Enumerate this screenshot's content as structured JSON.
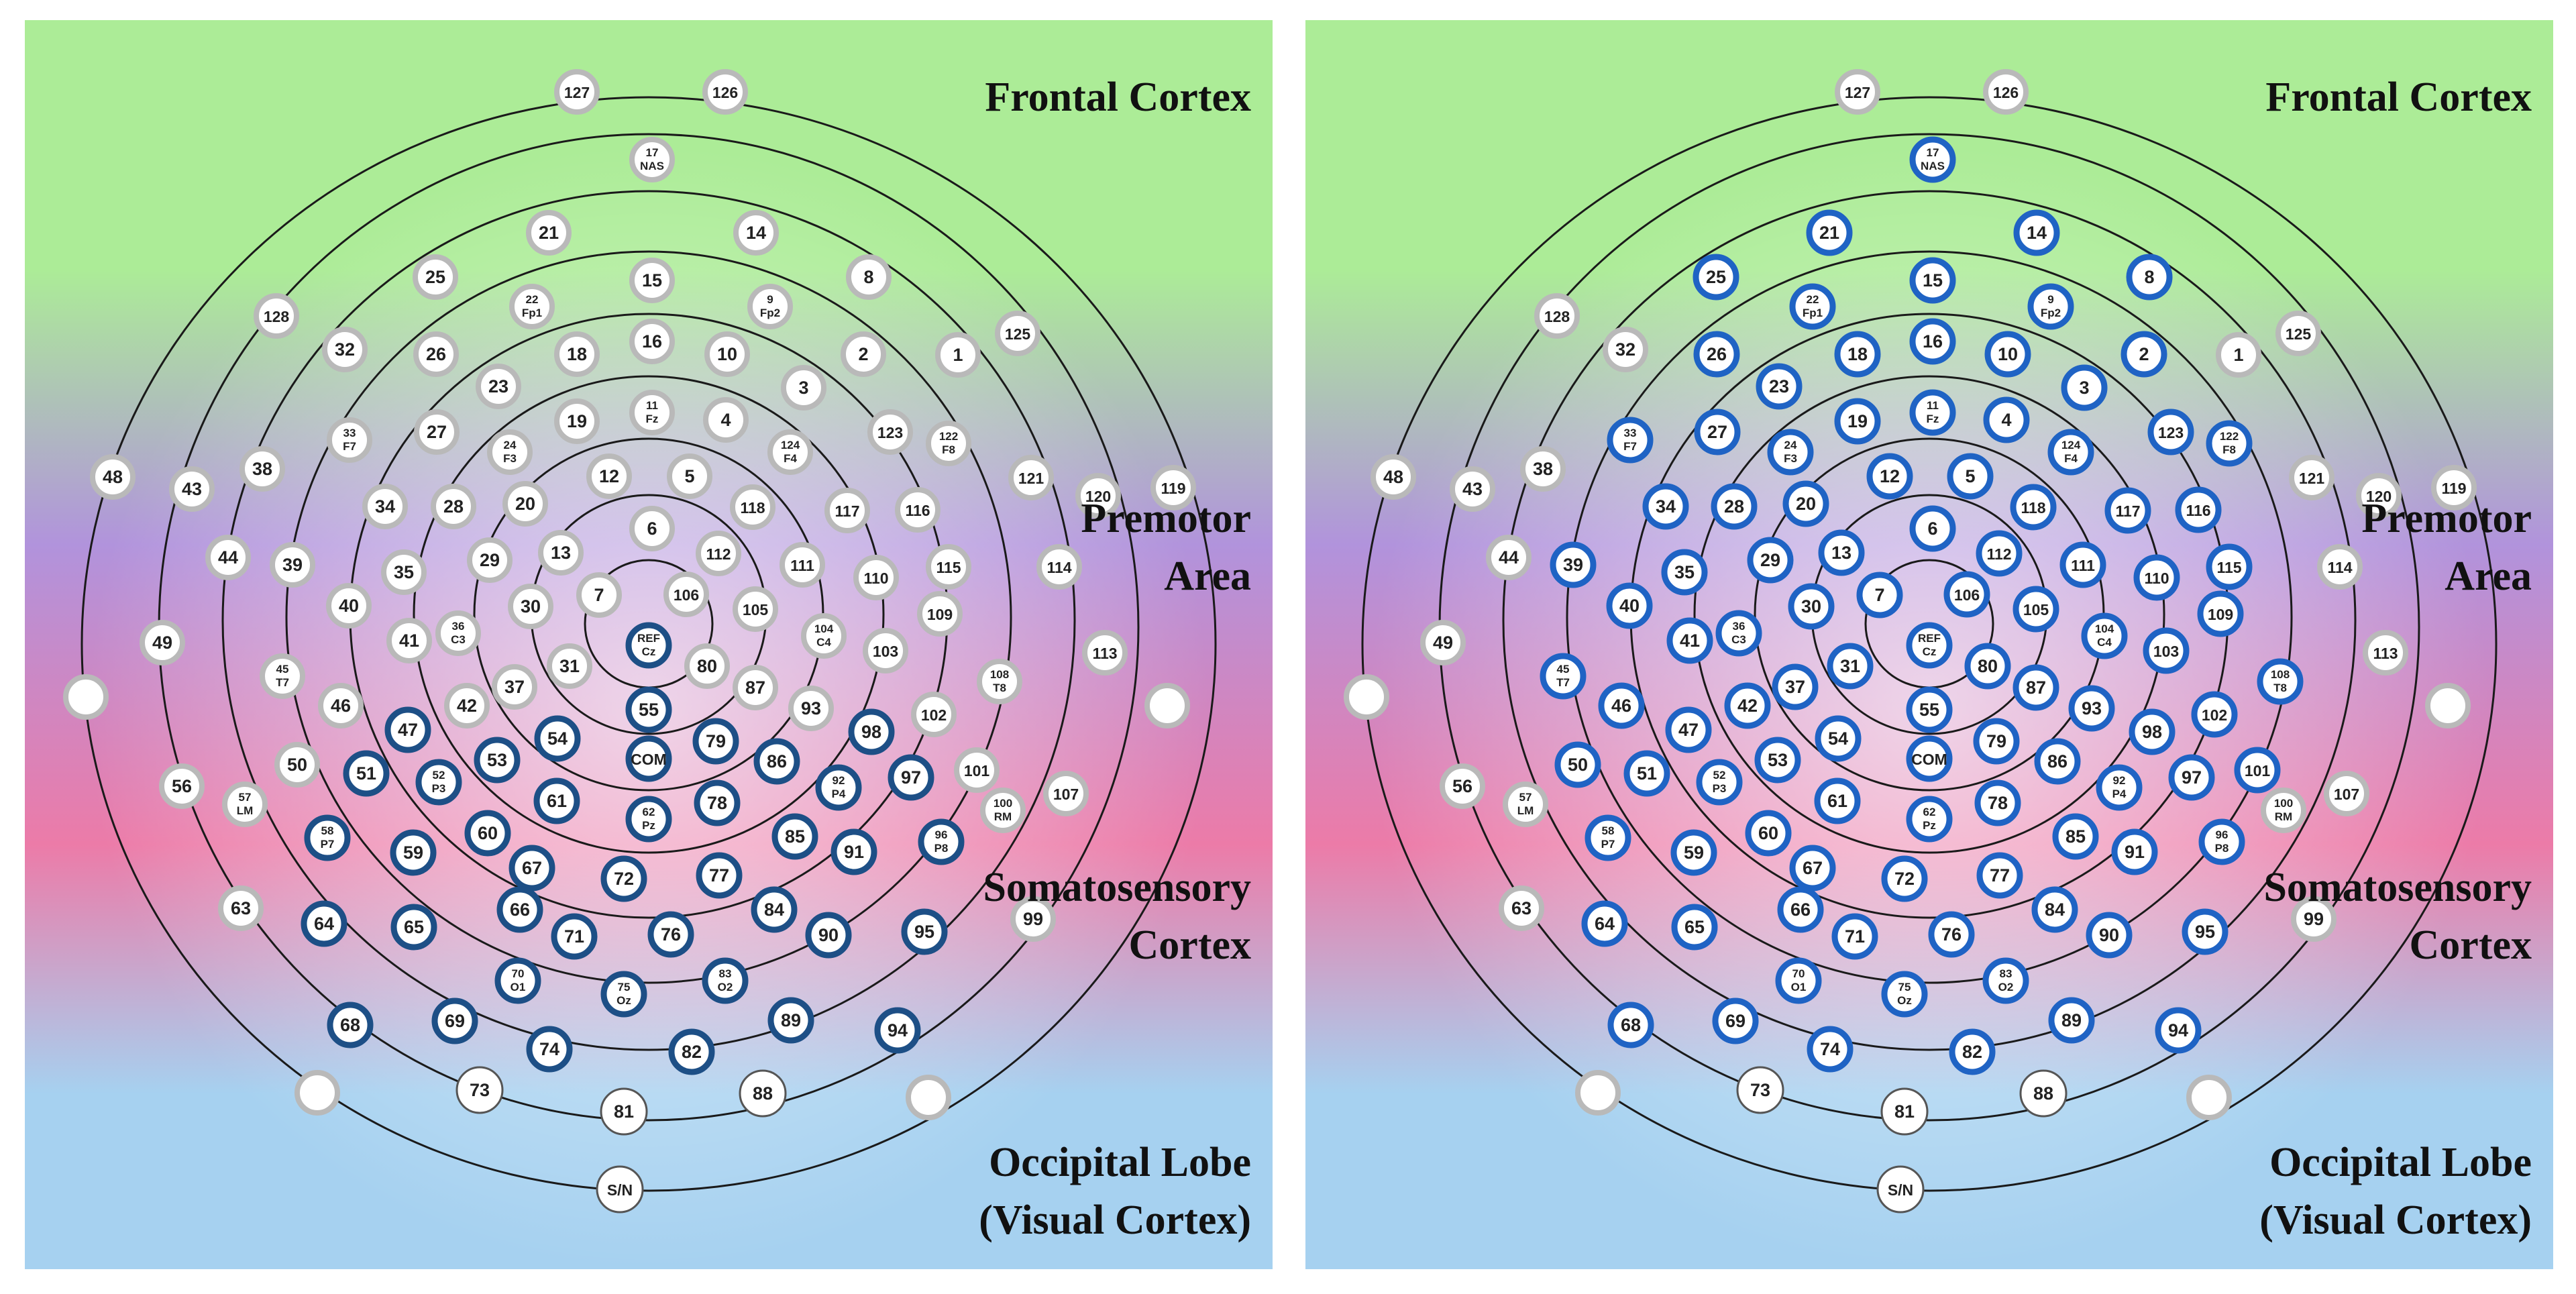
{
  "regions": {
    "frontal": "Frontal Cortex",
    "premotor": "Premotor\nArea",
    "somatosensory": "Somatosensory\nCortex",
    "occipital": "Occipital Lobe\n(Visual Cortex)"
  },
  "colors": {
    "selected_ring_left": "#1d4f86",
    "selected_ring_right": "#1f63c4",
    "unselected_ring": "#b9b9b9",
    "frontal_green": "#acec97",
    "premotor_purple": "#b193dc",
    "somatosensory_pink": "#ec7ba8",
    "occipital_blue": "#a6d1f0"
  },
  "panels": [
    {
      "name": "left",
      "selected": [
        "REF Cz",
        "COM",
        "47",
        "51",
        "52 P3",
        "53",
        "54",
        "55",
        "58 P7",
        "59",
        "60",
        "61",
        "62 Pz",
        "64",
        "65",
        "66",
        "67",
        "68",
        "69",
        "70 O1",
        "71",
        "72",
        "74",
        "75 Oz",
        "76",
        "77",
        "78",
        "79",
        "82",
        "83 O2",
        "84",
        "85",
        "86",
        "89",
        "90",
        "91",
        "92 P4",
        "94",
        "95",
        "96 P8",
        "97",
        "98"
      ]
    },
    {
      "name": "right",
      "selected": [
        "REF Cz",
        "COM",
        "17 NAS",
        "2",
        "3",
        "4",
        "5",
        "6",
        "7",
        "8",
        "9 Fp2",
        "10",
        "11 Fz",
        "12",
        "13",
        "14",
        "15",
        "16",
        "18",
        "19",
        "20",
        "21",
        "22 Fp1",
        "23",
        "24 F3",
        "25",
        "26",
        "27",
        "28",
        "29",
        "30",
        "31",
        "33 F7",
        "34",
        "35",
        "36 C3",
        "37",
        "39",
        "40",
        "41",
        "42",
        "45 T7",
        "46",
        "47",
        "50",
        "51",
        "52 P3",
        "53",
        "54",
        "55",
        "58 P7",
        "59",
        "60",
        "61",
        "62 Pz",
        "64",
        "65",
        "66",
        "67",
        "68",
        "69",
        "70 O1",
        "71",
        "72",
        "74",
        "75 Oz",
        "76",
        "77",
        "78",
        "79",
        "80",
        "82",
        "83 O2",
        "84",
        "85",
        "86",
        "87",
        "89",
        "90",
        "91",
        "92 P4",
        "93",
        "94",
        "95",
        "96 P8",
        "97",
        "98",
        "101",
        "102",
        "103",
        "104 C4",
        "105",
        "106",
        "108 T8",
        "109",
        "110",
        "111",
        "112",
        "115",
        "116",
        "117",
        "118",
        "122 F8",
        "123",
        "124 F4"
      ]
    }
  ],
  "electrodes": [
    {
      "label": "127"
    },
    {
      "label": "126"
    },
    {
      "label": "17 NAS"
    },
    {
      "label": "21"
    },
    {
      "label": "14"
    },
    {
      "label": "25"
    },
    {
      "label": "15"
    },
    {
      "label": "8"
    },
    {
      "label": "128"
    },
    {
      "label": "22 Fp1"
    },
    {
      "label": "9 Fp2"
    },
    {
      "label": "125"
    },
    {
      "label": "32"
    },
    {
      "label": "26"
    },
    {
      "label": "18"
    },
    {
      "label": "16"
    },
    {
      "label": "10"
    },
    {
      "label": "2"
    },
    {
      "label": "1"
    },
    {
      "label": "23"
    },
    {
      "label": "3"
    },
    {
      "label": "27"
    },
    {
      "label": "11 Fz"
    },
    {
      "label": "19"
    },
    {
      "label": "4"
    },
    {
      "label": "33 F7"
    },
    {
      "label": "24 F3"
    },
    {
      "label": "124 F4"
    },
    {
      "label": "123"
    },
    {
      "label": "122 F8"
    },
    {
      "label": "48"
    },
    {
      "label": "43"
    },
    {
      "label": "38"
    },
    {
      "label": "12"
    },
    {
      "label": "5"
    },
    {
      "label": "121"
    },
    {
      "label": "120"
    },
    {
      "label": "119"
    },
    {
      "label": "34"
    },
    {
      "label": "28"
    },
    {
      "label": "20"
    },
    {
      "label": "118"
    },
    {
      "label": "117"
    },
    {
      "label": "116"
    },
    {
      "label": "44"
    },
    {
      "label": "6"
    },
    {
      "label": "39"
    },
    {
      "label": "35"
    },
    {
      "label": "29"
    },
    {
      "label": "13"
    },
    {
      "label": "112"
    },
    {
      "label": "111"
    },
    {
      "label": "110"
    },
    {
      "label": "115"
    },
    {
      "label": "114"
    },
    {
      "label": "40"
    },
    {
      "label": "7"
    },
    {
      "label": "106"
    },
    {
      "label": "30"
    },
    {
      "label": "105"
    },
    {
      "label": "109"
    },
    {
      "label": "49"
    },
    {
      "label": "41"
    },
    {
      "label": "36 C3"
    },
    {
      "label": "104 C4"
    },
    {
      "label": "103"
    },
    {
      "label": "113"
    },
    {
      "label": "REF Cz"
    },
    {
      "label": "45 T7"
    },
    {
      "label": "37"
    },
    {
      "label": "31"
    },
    {
      "label": "80"
    },
    {
      "label": "87"
    },
    {
      "label": "108 T8"
    },
    {
      "label": "46"
    },
    {
      "label": "42"
    },
    {
      "label": "55"
    },
    {
      "label": "93"
    },
    {
      "label": "102"
    },
    {
      "label": "47"
    },
    {
      "label": "54"
    },
    {
      "label": "98"
    },
    {
      "label": "50"
    },
    {
      "label": "51"
    },
    {
      "label": "53"
    },
    {
      "label": "COM"
    },
    {
      "label": "79"
    },
    {
      "label": "86"
    },
    {
      "label": "97"
    },
    {
      "label": "101"
    },
    {
      "label": "52 P3"
    },
    {
      "label": "92 P4"
    },
    {
      "label": "56"
    },
    {
      "label": "57 LM"
    },
    {
      "label": "61"
    },
    {
      "label": "78"
    },
    {
      "label": "107"
    },
    {
      "label": "62 Pz"
    },
    {
      "label": "100 RM"
    },
    {
      "label": "58 P7"
    },
    {
      "label": "60"
    },
    {
      "label": "85"
    },
    {
      "label": "96 P8"
    },
    {
      "label": "59"
    },
    {
      "label": "91"
    },
    {
      "label": "67"
    },
    {
      "label": "72"
    },
    {
      "label": "77"
    },
    {
      "label": "63"
    },
    {
      "label": "66"
    },
    {
      "label": "84"
    },
    {
      "label": "99"
    },
    {
      "label": "64"
    },
    {
      "label": "65"
    },
    {
      "label": "71"
    },
    {
      "label": "76"
    },
    {
      "label": "90"
    },
    {
      "label": "95"
    },
    {
      "label": "70 O1"
    },
    {
      "label": "75 Oz"
    },
    {
      "label": "83 O2"
    },
    {
      "label": "68"
    },
    {
      "label": "69"
    },
    {
      "label": "89"
    },
    {
      "label": "94"
    },
    {
      "label": "74"
    },
    {
      "label": "82"
    },
    {
      "label": "73"
    },
    {
      "label": "88"
    },
    {
      "label": "81"
    },
    {
      "label": "S/N"
    },
    {
      "label": ""
    },
    {
      "label": ""
    },
    {
      "label": ""
    },
    {
      "label": ""
    }
  ]
}
